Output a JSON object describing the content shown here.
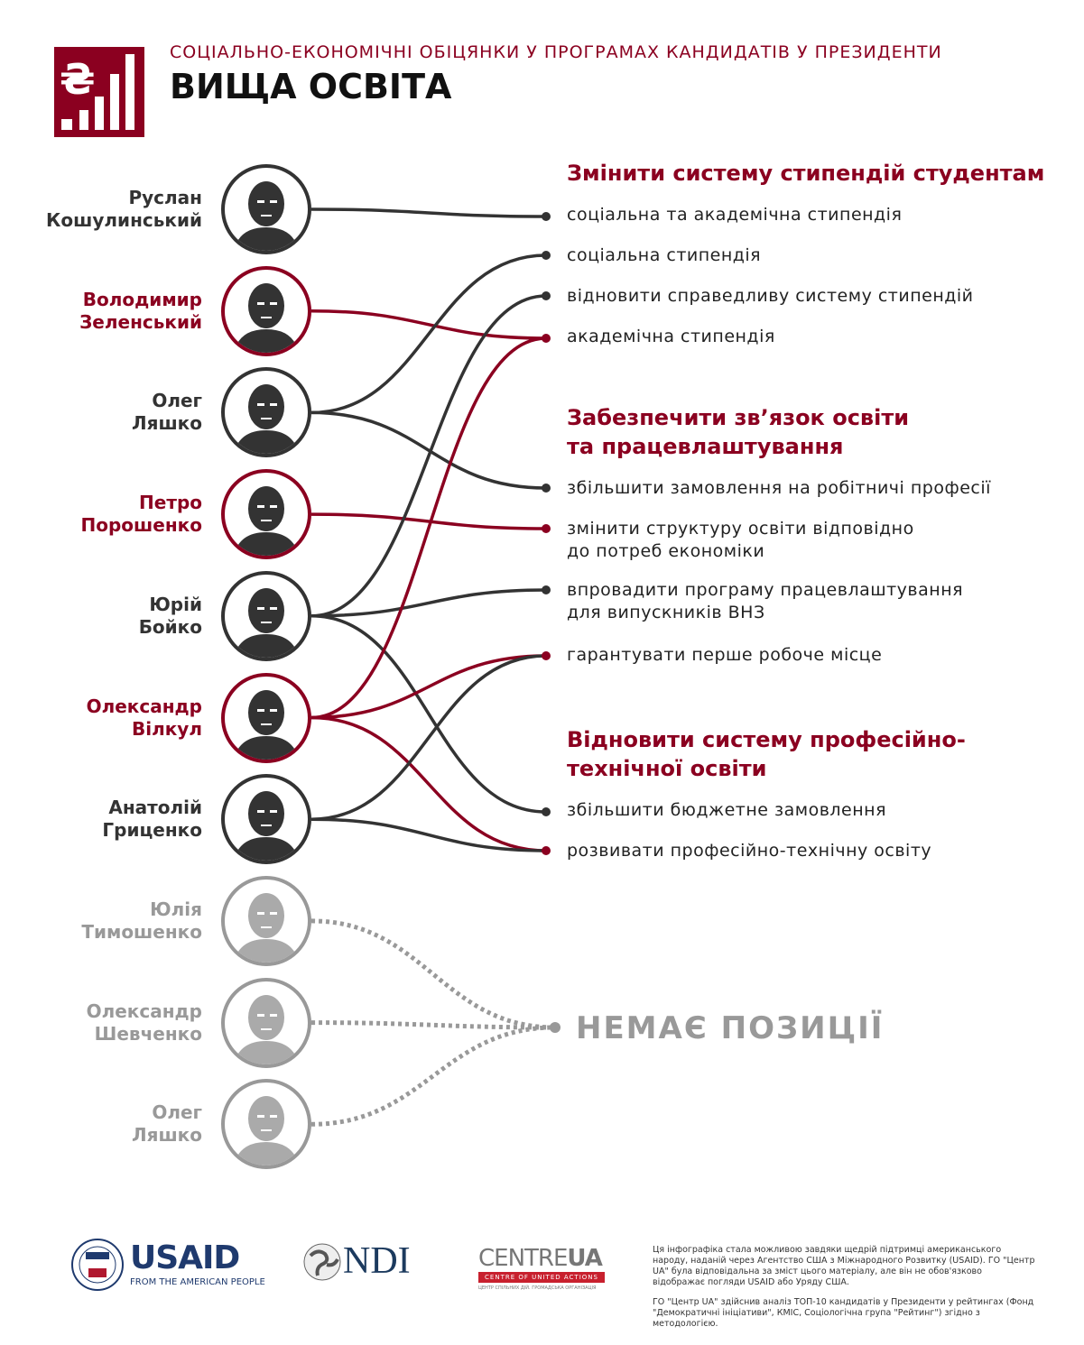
{
  "header": {
    "subtitle": "СОЦІАЛЬНО-ЕКОНОМІЧНІ ОБІЦЯНКИ У ПРОГРАМАХ КАНДИДАТІВ У ПРЕЗИДЕНТИ",
    "title": "ВИЩА ОСВІТА",
    "logo_symbol": "₴"
  },
  "colors": {
    "accent": "#8b0020",
    "dark": "#333333",
    "grey": "#999999"
  },
  "candidates": [
    {
      "first": "Руслан",
      "last": "Кошулинський",
      "style": "dark"
    },
    {
      "first": "Володимир",
      "last": "Зеленський",
      "style": "red"
    },
    {
      "first": "Олег",
      "last": "Ляшко",
      "style": "dark"
    },
    {
      "first": "Петро",
      "last": "Порошенко",
      "style": "red"
    },
    {
      "first": "Юрій",
      "last": "Бойко",
      "style": "dark"
    },
    {
      "first": "Олександр",
      "last": "Вілкул",
      "style": "red"
    },
    {
      "first": "Анатолій",
      "last": "Гриценко",
      "style": "dark"
    },
    {
      "first": "Юлія",
      "last": "Тимошенко",
      "style": "grey"
    },
    {
      "first": "Олександр",
      "last": "Шевченко",
      "style": "grey"
    },
    {
      "first": "Олег",
      "last": "Ляшко",
      "style": "grey"
    }
  ],
  "sections": [
    {
      "title": "Змінити систему стипендій студентам"
    },
    {
      "title": "Забезпечити зв’язок освіти",
      "title2": "та працевлаштування"
    },
    {
      "title": "Відновити систему професійно-",
      "title2": "технічної освіти"
    }
  ],
  "promises": [
    {
      "text": "соціальна та академічна стипендія"
    },
    {
      "text": "соціальна стипендія"
    },
    {
      "text": "відновити справедливу систему стипендій"
    },
    {
      "text": "академічна стипендія"
    },
    {
      "text": "збільшити замовлення на робітничі професії"
    },
    {
      "text": "змінити структуру освіти відповідно",
      "text2": "до потреб економіки"
    },
    {
      "text": "впровадити програму працевлаштування",
      "text2": "для випускників ВНЗ"
    },
    {
      "text": "гарантувати перше робоче місце"
    },
    {
      "text": "збільшити бюджетне замовлення"
    },
    {
      "text": "розвивати професійно-технічну освіту"
    }
  ],
  "connections": [
    [
      0,
      0
    ],
    [
      1,
      3
    ],
    [
      2,
      1
    ],
    [
      2,
      4
    ],
    [
      3,
      5
    ],
    [
      4,
      2
    ],
    [
      4,
      6
    ],
    [
      4,
      8
    ],
    [
      5,
      3
    ],
    [
      5,
      7
    ],
    [
      5,
      9
    ],
    [
      6,
      7
    ],
    [
      6,
      9
    ]
  ],
  "no_position": {
    "label": "НЕМАЄ ПОЗИЦІЇ",
    "candidates": [
      7,
      8,
      9
    ]
  },
  "footer": {
    "usaid": "USAID",
    "usaid_tagline": "FROM THE AMERICAN PEOPLE",
    "ndi": "NDI",
    "centre": "CENTRE",
    "centre_ua": "UA",
    "centre_band": "CENTRE OF UNITED ACTIONS",
    "centre_sub": "ЦЕНТР СПІЛЬНИХ ДІЙ. ГРОМАДСЬКА ОРГАНІЗАЦІЯ",
    "note1": "Ця інфографіка стала можливою завдяки щедрій підтримці американського народу, наданій через Агентство США з Міжнародного Розвитку (USAID). ГО \"Центр UA\" була відповідальна за зміст цього матеріалу, але він не обов'язково відображає погляди USAID або Уряду США.",
    "note2": "ГО \"Центр UA\" здійснив аналіз ТОП-10 кандидатів у Президенти у рейтингах (Фонд \"Демократичні ініціативи\", КМІС, Соціологічна група \"Рейтинг\") згідно з методологією."
  }
}
